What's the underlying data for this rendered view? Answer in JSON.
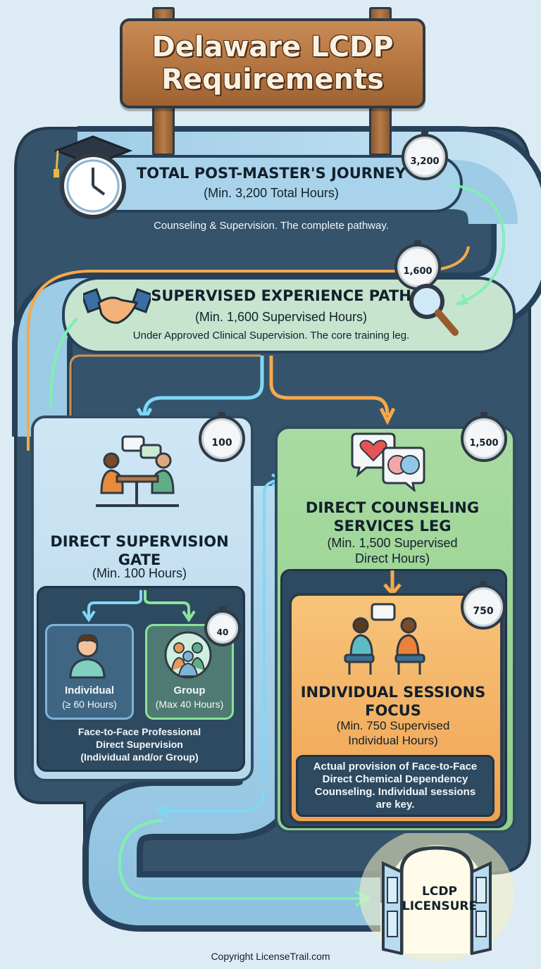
{
  "title": {
    "line1": "Delaware LCDP",
    "line2": "Requirements"
  },
  "total_journey": {
    "heading": "TOTAL POST-MASTER'S JOURNEY",
    "hours": "(Min. 3,200 Total Hours)",
    "description": "Counseling & Supervision. The complete pathway.",
    "badge": "3,200"
  },
  "supervised_path": {
    "heading": "SUPERVISED EXPERIENCE PATH",
    "hours": "(Min. 1,600 Supervised Hours)",
    "description": "Under Approved Clinical Supervision. The core training leg.",
    "badge": "1,600"
  },
  "supervision_gate": {
    "heading_line1": "DIRECT SUPERVISION",
    "heading_line2": "GATE",
    "hours": "(Min. 100 Hours)",
    "badge": "100",
    "individual": {
      "label": "Individual",
      "hours": "(≥ 60 Hours)"
    },
    "group": {
      "label": "Group",
      "hours": "(Max 40 Hours)",
      "badge": "40"
    },
    "note_line1": "Face-to-Face Professional",
    "note_line2": "Direct Supervision",
    "note_line3": "(Individual and/or Group)"
  },
  "counseling_leg": {
    "heading_line1": "DIRECT COUNSELING",
    "heading_line2": "SERVICES LEG",
    "hours_line1": "(Min. 1,500 Supervised",
    "hours_line2": "Direct Hours)",
    "badge": "1,500"
  },
  "individual_focus": {
    "heading_line1": "INDIVIDUAL SESSIONS",
    "heading_line2": "FOCUS",
    "hours_line1": "(Min. 750 Supervised",
    "hours_line2": "Individual Hours)",
    "badge": "750",
    "note_line1": "Actual provision of Face-to-Face",
    "note_line2": "Direct Chemical Dependency",
    "note_line3": "Counseling. Individual sessions",
    "note_line4": "are key."
  },
  "destination": {
    "line1": "LCDP",
    "line2": "LICENSURE"
  },
  "footer": {
    "copyright": "Copyright LicenseTrail.com"
  },
  "colors": {
    "path_dark": "#2f4b63",
    "path_blue": "#a9d3ea",
    "glow_green": "#7ff0b0",
    "glow_orange": "#f6a94a",
    "panel_green": "#9bd596",
    "panel_orange": "#f3b263"
  },
  "icons": [
    "graduation-cap-icon",
    "clock-icon",
    "handshake-icon",
    "magnifier-icon",
    "meeting-icon",
    "heart-brain-icon",
    "person-icon",
    "group-icon",
    "counseling-icon",
    "door-icon"
  ]
}
